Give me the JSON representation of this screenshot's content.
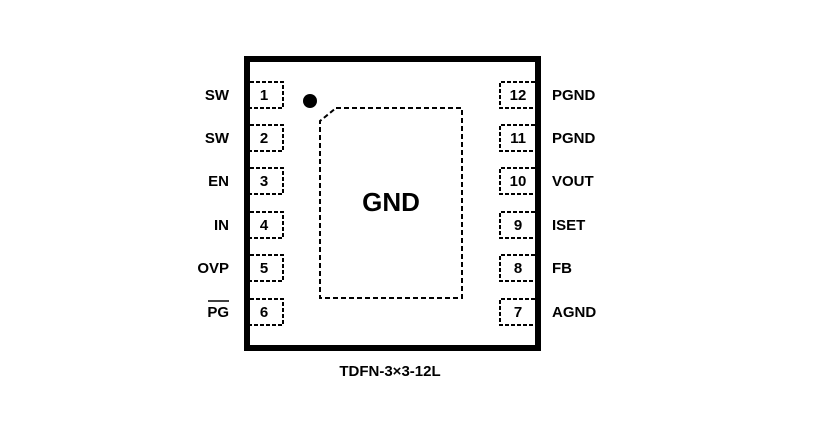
{
  "package": {
    "name": "TDFN-3×3-12L",
    "exposed_pad_label": "GND",
    "pin1_marker": "dot"
  },
  "pins": {
    "left": [
      {
        "number": "1",
        "name": "SW",
        "overbar": false
      },
      {
        "number": "2",
        "name": "SW",
        "overbar": false
      },
      {
        "number": "3",
        "name": "EN",
        "overbar": false
      },
      {
        "number": "4",
        "name": "IN",
        "overbar": false
      },
      {
        "number": "5",
        "name": "OVP",
        "overbar": false
      },
      {
        "number": "6",
        "name": "PG",
        "overbar": true
      }
    ],
    "right": [
      {
        "number": "12",
        "name": "PGND",
        "overbar": false
      },
      {
        "number": "11",
        "name": "PGND",
        "overbar": false
      },
      {
        "number": "10",
        "name": "VOUT",
        "overbar": false
      },
      {
        "number": "9",
        "name": "ISET",
        "overbar": false
      },
      {
        "number": "8",
        "name": "FB",
        "overbar": false
      },
      {
        "number": "7",
        "name": "AGND",
        "overbar": false
      }
    ]
  }
}
